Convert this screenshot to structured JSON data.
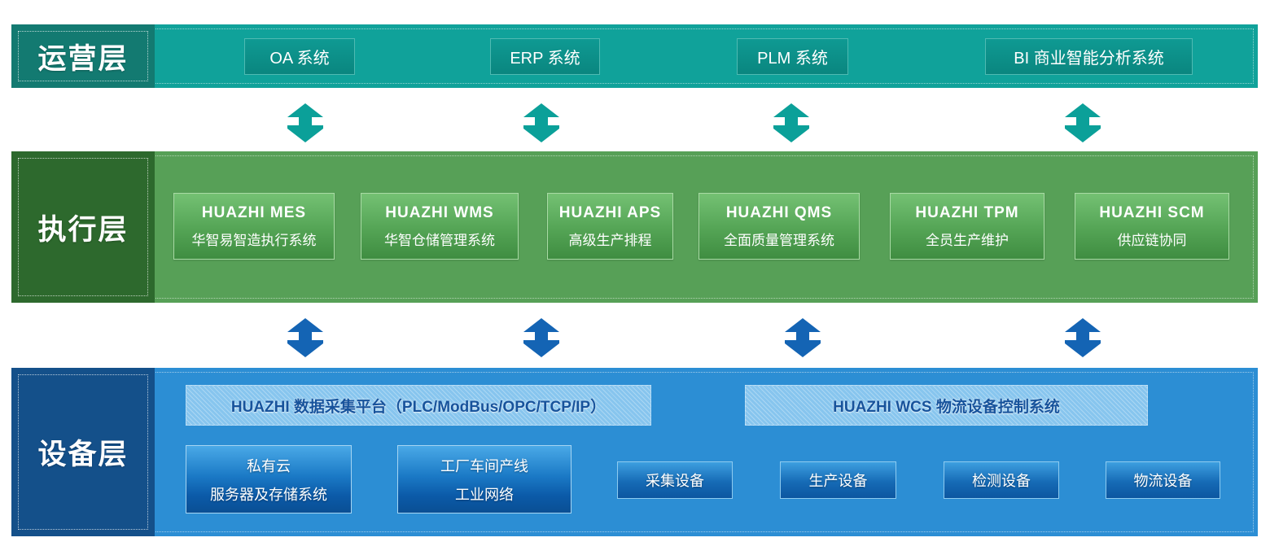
{
  "layers": {
    "operations": {
      "label": "运营层",
      "systems": [
        {
          "label": "OA 系统"
        },
        {
          "label": "ERP 系统"
        },
        {
          "label": "PLM 系统"
        },
        {
          "label": "BI 商业智能分析系统"
        }
      ]
    },
    "execution": {
      "label": "执行层",
      "systems": [
        {
          "title": "HUAZHI MES",
          "subtitle": "华智易智造执行系统"
        },
        {
          "title": "HUAZHI WMS",
          "subtitle": "华智仓储管理系统"
        },
        {
          "title": "HUAZHI APS",
          "subtitle": "高级生产排程"
        },
        {
          "title": "HUAZHI QMS",
          "subtitle": "全面质量管理系统"
        },
        {
          "title": "HUAZHI TPM",
          "subtitle": "全员生产维护"
        },
        {
          "title": "HUAZHI SCM",
          "subtitle": "供应链协同"
        }
      ]
    },
    "devices": {
      "label": "设备层",
      "platforms": [
        {
          "label": "HUAZHI 数据采集平台（PLC/ModBus/OPC/TCP/IP）"
        },
        {
          "label": "HUAZHI WCS 物流设备控制系统"
        }
      ],
      "infrastructure": [
        {
          "line1": "私有云",
          "line2": "服务器及存储系统"
        },
        {
          "line1": "工厂车间产线",
          "line2": "工业网络"
        }
      ],
      "equipment": [
        {
          "label": "采集设备"
        },
        {
          "label": "生产设备"
        },
        {
          "label": "检测设备"
        },
        {
          "label": "物流设备"
        }
      ]
    }
  },
  "colors": {
    "operations_band": "#10a29a",
    "operations_label": "#137a71",
    "execution_band": "#57a057",
    "execution_label": "#2d692d",
    "devices_band": "#2c8ed4",
    "devices_label": "#14508a",
    "teal_arrow": "#0ba099",
    "blue_arrow": "#1464b4"
  }
}
